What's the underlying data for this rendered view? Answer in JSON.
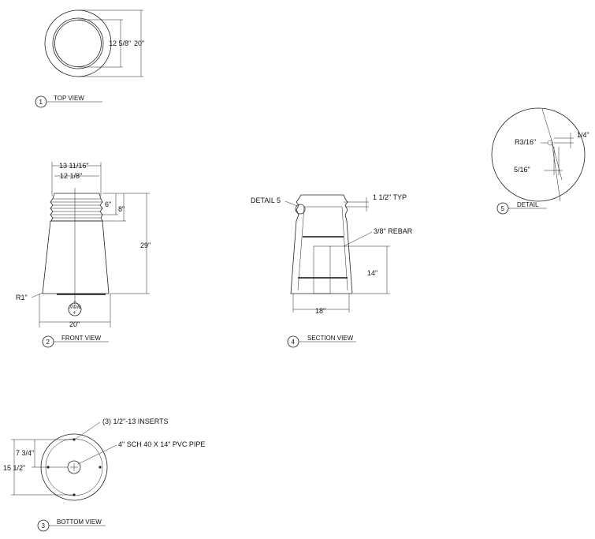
{
  "views": {
    "top": {
      "number": "1",
      "title": "TOP VIEW",
      "dim_inner": "12 5/8\"",
      "dim_outer": "20\""
    },
    "front": {
      "number": "2",
      "title": "FRONT VIEW",
      "dim_top_outer": "13 11/16\"",
      "dim_top_inner": "12 1/8\"",
      "dim_6": "6\"",
      "dim_8": "8\"",
      "dim_height": "29\"",
      "dim_radius": "R1\"",
      "dim_base": "20\"",
      "callout_top": "VIEW",
      "callout_bottom": "4"
    },
    "bottom": {
      "number": "3",
      "title": "BOTTOM VIEW",
      "note_inserts": "(3) 1/2\"-13 INSERTS",
      "note_pipe": "4\" SCH 40 X 14\" PVC PIPE",
      "dim_half": "7 3/4\"",
      "dim_full": "15 1/2\""
    },
    "section": {
      "number": "4",
      "title": "SECTION VIEW",
      "detail_ref": "DETAIL 5",
      "note_typ": "1 1/2\" TYP",
      "note_rebar": "3/8\" REBAR",
      "dim_14": "14\"",
      "dim_18": "18\""
    },
    "detail": {
      "number": "5",
      "title": "DETAIL",
      "dim_radius": "R3/16\"",
      "dim_quarter": "1/4\"",
      "dim_5_16": "5/16\""
    }
  }
}
